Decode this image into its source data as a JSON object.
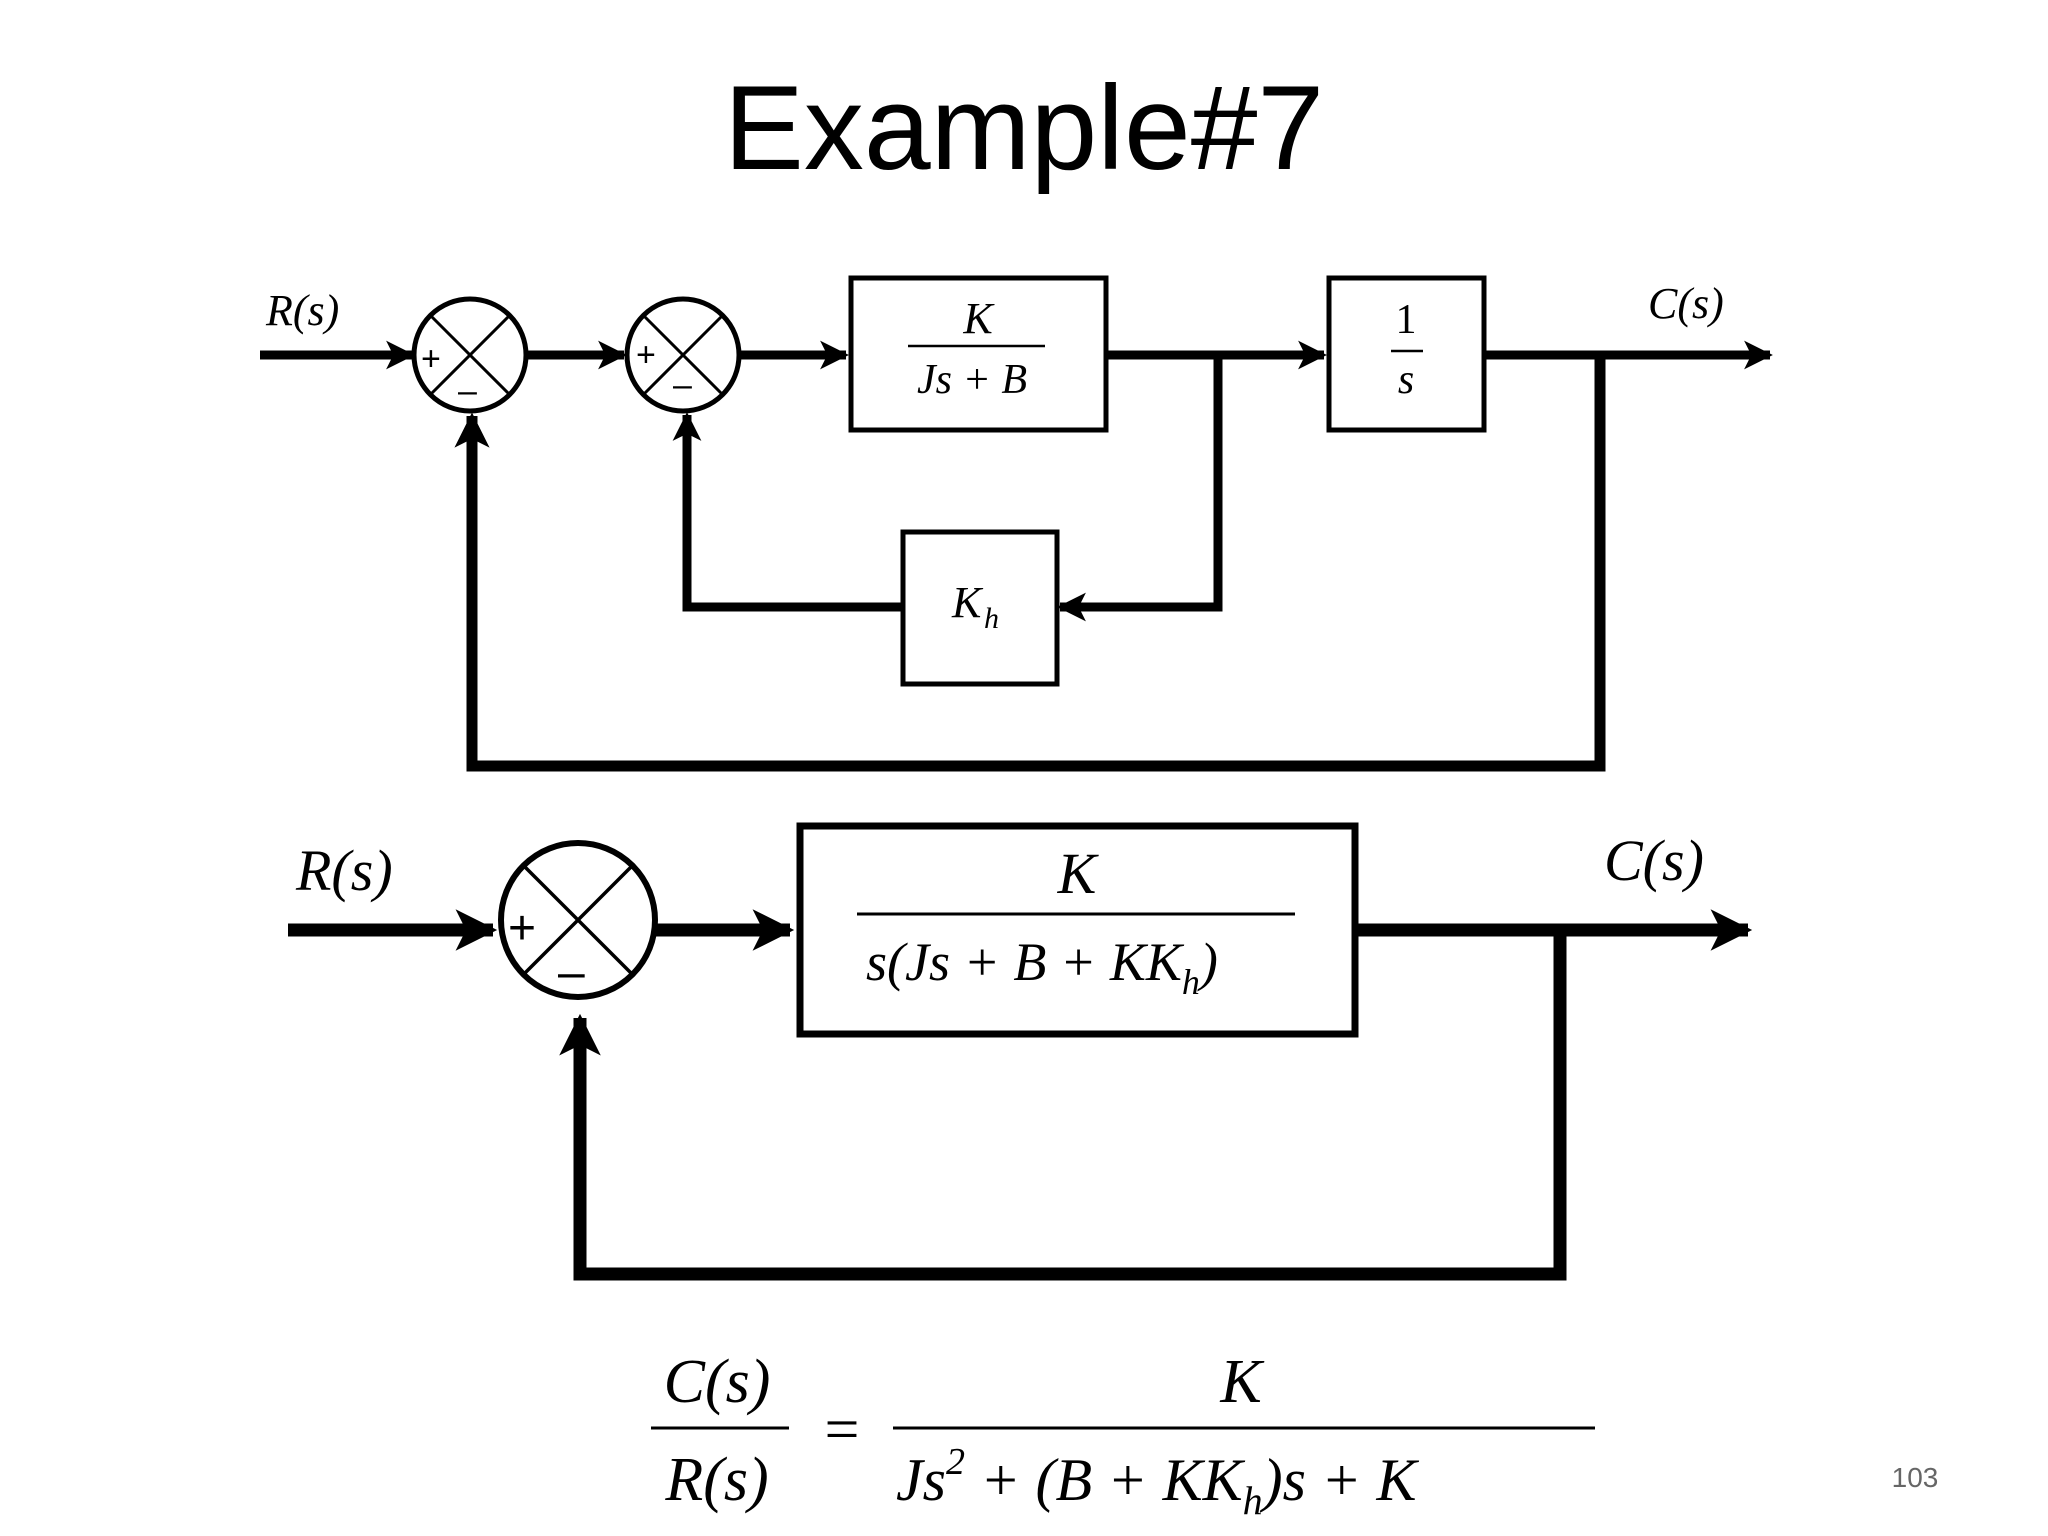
{
  "slide": {
    "title": "Example#7",
    "page_number": "103"
  },
  "diagram1": {
    "input_label": "R(s)",
    "output_label": "C(s)",
    "sum1_signs": {
      "plus": "+",
      "minus": "–"
    },
    "sum2_signs": {
      "plus": "+",
      "minus": "–"
    },
    "block1": {
      "numerator": "K",
      "denominator": "Js + B"
    },
    "block2": {
      "numerator": "1",
      "denominator": "s"
    },
    "feedback_block": {
      "main": "K",
      "sub": "h"
    }
  },
  "diagram2": {
    "input_label": "R(s)",
    "output_label": "C(s)",
    "sum_signs": {
      "plus": "+",
      "minus": "–"
    },
    "block": {
      "numerator": "K",
      "denominator_pre": "s(Js + B + KK",
      "denominator_sub": "h",
      "denominator_post": ")"
    }
  },
  "equation": {
    "lhs_numerator": "C(s)",
    "lhs_denominator": "R(s)",
    "equals": "=",
    "rhs_numerator": "K",
    "rhs_den_1": "Js",
    "rhs_den_sup": "2",
    "rhs_den_2": " + (B + KK",
    "rhs_den_sub": "h",
    "rhs_den_3": ")s + K"
  }
}
